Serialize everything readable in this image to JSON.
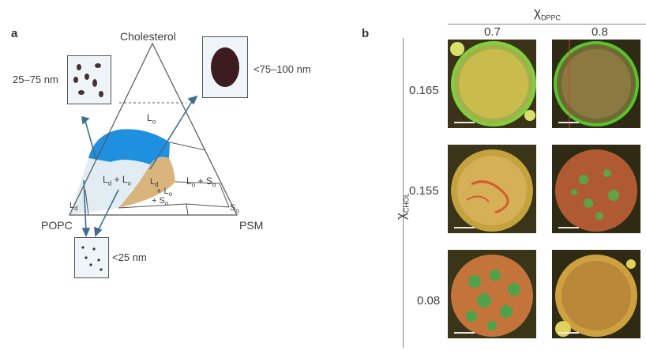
{
  "panel_a": {
    "letter": "a",
    "vertex_top": "Cholesterol",
    "vertex_left": "POPC",
    "vertex_right": "PSM",
    "phases": {
      "lo_top": "L",
      "lo_top_sub": "o",
      "ld_lo": "L",
      "ld_lo_sub": "d",
      "ld_lo_mid": " + L",
      "ld_lo_sub2": "o",
      "ld": "L",
      "ld_sub": "d",
      "ld_lo_so_1": "L",
      "ld_lo_so_1_sub": "d",
      "ld_lo_so_2": "+ L",
      "ld_lo_so_2_sub": "o",
      "ld_lo_so_3": "+ S",
      "ld_lo_so_3_sub": "o",
      "lo_so": "L",
      "lo_so_sub": "o",
      "lo_so_mid": " + S",
      "lo_so_sub2": "o",
      "so": "S",
      "so_sub": "o"
    },
    "inset_labels": {
      "medium": "25–75 nm",
      "large": "<75–100 nm",
      "small": "<25 nm"
    }
  },
  "panel_b": {
    "letter": "b",
    "x_axis_symbol": "χ",
    "x_axis_sub": "DPPC",
    "y_axis_symbol": "χ",
    "y_axis_sub": "CHOL",
    "columns": [
      "0.7",
      "0.8"
    ],
    "rows": [
      "0.165",
      "0.155",
      "0.08"
    ]
  },
  "colors": {
    "blue_region": "#1f8fe0",
    "tan_region": "#d9b47c",
    "arrow": "#3f6e8e",
    "line": "#4a4a4a"
  }
}
